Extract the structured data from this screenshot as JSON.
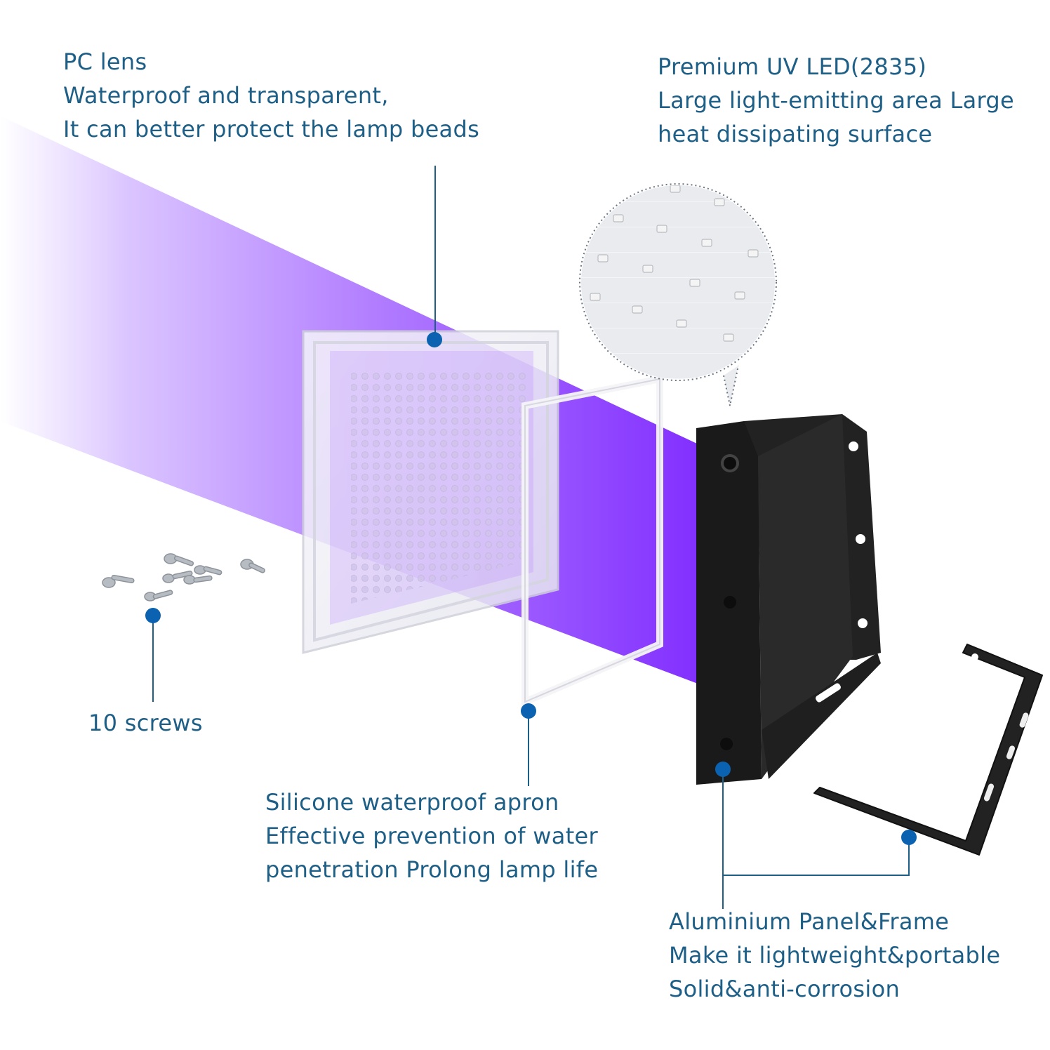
{
  "colors": {
    "callout_text": "#1d5f86",
    "leader_line": "#1d5f86",
    "marker_dot": "#0b62b0",
    "uv_beam": "#8a3dff",
    "housing": "#1a1a1a"
  },
  "callouts": {
    "pc_lens": {
      "lines": [
        "PC lens",
        "Waterproof and transparent,",
        "It can better protect the lamp beads"
      ]
    },
    "uv_led": {
      "lines": [
        "Premium UV LED(2835)",
        "Large light-emitting area Large",
        "heat dissipating surface"
      ]
    },
    "screws": {
      "lines": [
        "10 screws"
      ]
    },
    "silicone": {
      "lines": [
        "Silicone waterproof apron",
        "Effective prevention of water",
        "penetration Prolong lamp life"
      ]
    },
    "aluminium": {
      "lines": [
        "Aluminium Panel&Frame",
        "Make it lightweight&portable",
        "Solid&anti-corrosion"
      ]
    }
  },
  "icons": {
    "lens": "pc-lens-illustration",
    "gasket": "silicone-gasket-illustration",
    "housing": "aluminium-housing-illustration",
    "bracket": "mounting-bracket-illustration",
    "screws": "screws-illustration",
    "led_zoom": "led-zoom-bubble-illustration",
    "beam": "uv-light-beam"
  }
}
